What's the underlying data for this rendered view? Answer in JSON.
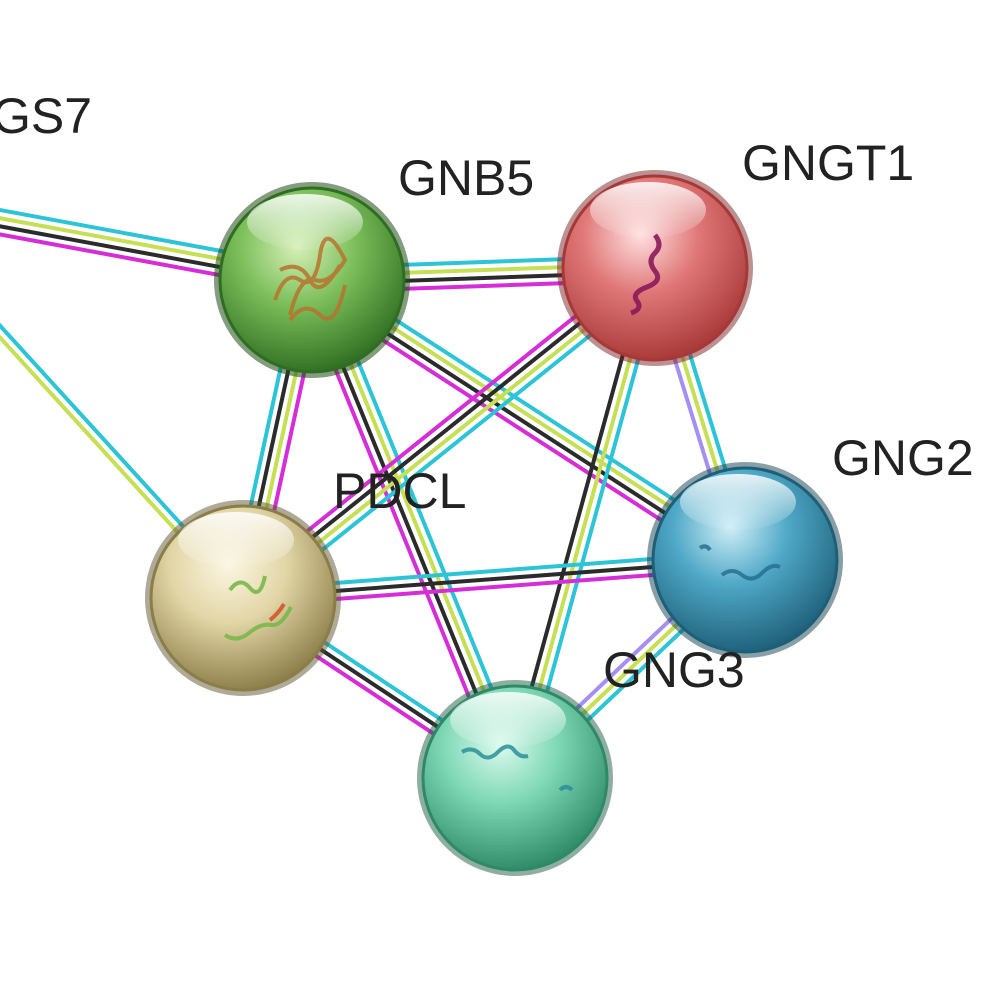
{
  "edge_colors": {
    "cyan": "#2cc4d6",
    "yellow_green": "#c6df55",
    "black": "#2b2b2b",
    "magenta": "#d62ed6",
    "lavender": "#a58ff0"
  },
  "nodes": [
    {
      "id": "RGS7",
      "label": "GS7",
      "color": "#ffffff"
    },
    {
      "id": "GNB5",
      "label": "GNB5",
      "color": "#5fae4a"
    },
    {
      "id": "GNGT1",
      "label": "GNGT1",
      "color": "#e07070"
    },
    {
      "id": "GNG2",
      "label": "GNG2",
      "color": "#3e9bba"
    },
    {
      "id": "PDCL",
      "label": "PDCL",
      "color": "#dccf9c"
    },
    {
      "id": "GNG3",
      "label": "GNG3",
      "color": "#5fcfa8"
    },
    {
      "id": "GNG3_node",
      "label": "",
      "color": "#5fcfa8"
    }
  ],
  "node_icons": {
    "GNB5": "protein-structure-icon",
    "GNGT1": "protein-structure-icon",
    "GNG2": "protein-structure-icon",
    "PDCL": "protein-structure-icon",
    "GNG3": "protein-structure-icon"
  },
  "edges": [
    {
      "from": "RGS7",
      "to": "GNB5",
      "colors": [
        "cyan",
        "yellow_green",
        "black",
        "magenta"
      ]
    },
    {
      "from": "RGS7",
      "to": "PDCL",
      "colors": [
        "cyan",
        "yellow_green"
      ]
    },
    {
      "from": "GNB5",
      "to": "GNGT1",
      "colors": [
        "cyan",
        "yellow_green",
        "black",
        "magenta"
      ]
    },
    {
      "from": "GNB5",
      "to": "PDCL",
      "colors": [
        "magenta",
        "yellow_green",
        "black",
        "cyan"
      ]
    },
    {
      "from": "GNB5",
      "to": "GNG2",
      "colors": [
        "cyan",
        "yellow_green",
        "black",
        "magenta"
      ]
    },
    {
      "from": "GNB5",
      "to": "GNG3",
      "colors": [
        "cyan",
        "yellow_green",
        "black",
        "magenta"
      ]
    },
    {
      "from": "GNGT1",
      "to": "PDCL",
      "colors": [
        "cyan",
        "yellow_green",
        "black",
        "magenta"
      ]
    },
    {
      "from": "GNGT1",
      "to": "GNG2",
      "colors": [
        "cyan",
        "yellow_green",
        "lavender"
      ]
    },
    {
      "from": "GNGT1",
      "to": "GNG3",
      "colors": [
        "cyan",
        "yellow_green",
        "black"
      ]
    },
    {
      "from": "PDCL",
      "to": "GNG2",
      "colors": [
        "cyan",
        "black",
        "magenta"
      ]
    },
    {
      "from": "PDCL",
      "to": "GNG3",
      "colors": [
        "cyan",
        "black",
        "magenta"
      ]
    },
    {
      "from": "GNG2",
      "to": "GNG3",
      "colors": [
        "cyan",
        "yellow_green",
        "lavender"
      ]
    }
  ]
}
